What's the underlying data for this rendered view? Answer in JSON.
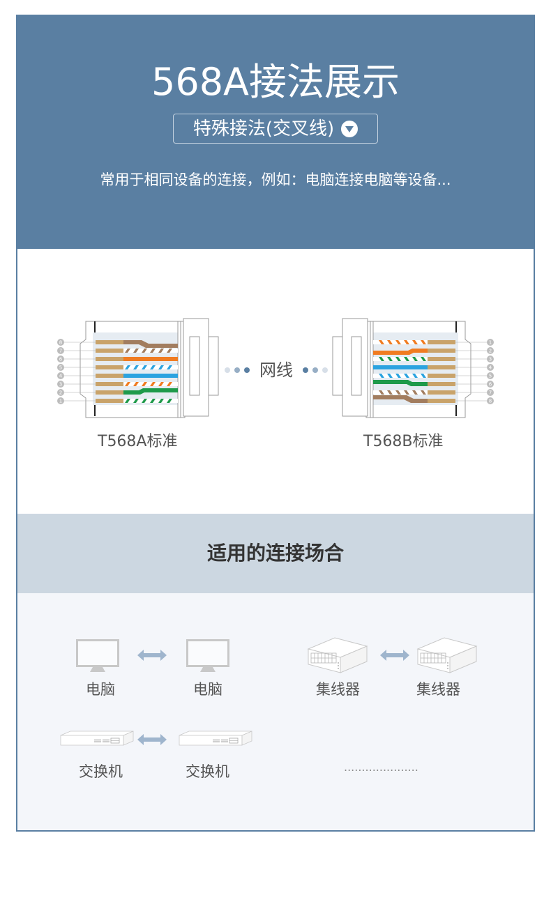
{
  "header": {
    "title": "568A接法展示",
    "type_select": {
      "label": "特殊接法(交叉线)",
      "icon": "caret-down-circle-icon"
    },
    "description": "常用于相同设备的连接，例如：电脑连接电脑等设备..."
  },
  "diagram": {
    "left_plug": {
      "caption": "T568A标准",
      "pins": [
        "8",
        "7",
        "6",
        "5",
        "4",
        "3",
        "2",
        "1"
      ],
      "wires": [
        "brown",
        "white-brown",
        "orange",
        "white-blue",
        "blue",
        "white-orange",
        "green",
        "white-green"
      ]
    },
    "right_plug": {
      "caption": "T568B标准",
      "pins": [
        "1",
        "2",
        "3",
        "4",
        "5",
        "6",
        "7",
        "8"
      ],
      "wires": [
        "white-orange",
        "orange",
        "white-green",
        "blue",
        "white-blue",
        "green",
        "white-brown",
        "brown"
      ]
    },
    "cable_label": "网线"
  },
  "colors": {
    "primary": "#5a7fa2",
    "section_bg": "#ccd7e1",
    "scenario_bg": "#f4f6fa",
    "wire_brown": "#a27d5f",
    "wire_orange": "#f07c22",
    "wire_blue": "#2ba3e0",
    "wire_green": "#1e9a4a",
    "contact_gold": "#c9a36a"
  },
  "section": {
    "title": "适用的连接场合"
  },
  "scenarios": [
    {
      "left": "电脑",
      "right": "电脑",
      "icon": "monitor-icon"
    },
    {
      "left": "集线器",
      "right": "集线器",
      "icon": "hub-icon"
    },
    {
      "left": "交换机",
      "right": "交换机",
      "icon": "switch-icon"
    }
  ],
  "more": "....................."
}
